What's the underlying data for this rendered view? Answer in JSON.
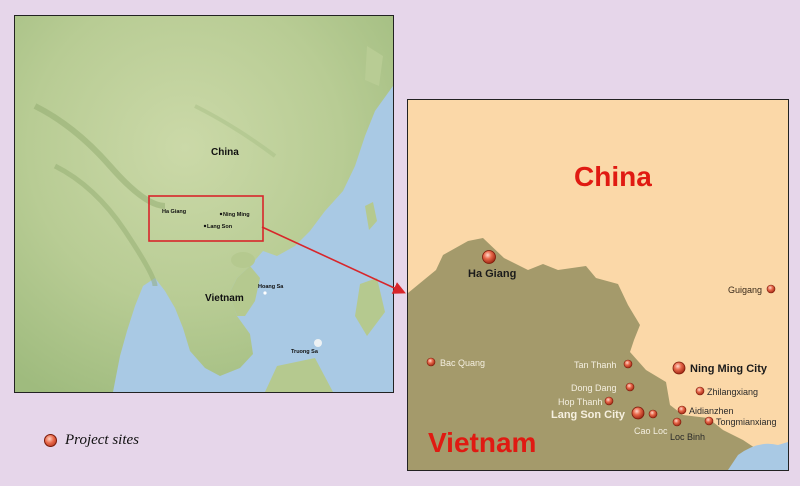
{
  "overview_map": {
    "labels": {
      "china": "China",
      "vietnam": "Vietnam",
      "ha_giang": "Ha Giang",
      "ning_ming": "Ning Ming",
      "lang_son": "Lang Son",
      "hoang_sa": "Hoang Sa",
      "truong_sa": "Truong Sa"
    }
  },
  "detail_map": {
    "country_labels": {
      "china": "China",
      "vietnam": "Vietnam"
    },
    "sites": {
      "ha_giang": "Ha Giang",
      "bac_quang": "Bac Quang",
      "guigang": "Guigang",
      "tan_thanh": "Tan Thanh",
      "ning_ming_city": "Ning Ming City",
      "dong_dang": "Dong Dang",
      "zhilangxiang": "Zhilangxiang",
      "hop_thanh": "Hop Thanh",
      "lang_son_city": "Lang Son City",
      "aidianzhen": "Aidianzhen",
      "cao_loc": "Cao Loc",
      "tongmianxiang": "Tongmianxiang",
      "loc_binh": "Loc Binh"
    }
  },
  "legend": {
    "label": "Project sites"
  },
  "colors": {
    "china_land": "#fbd8a8",
    "vietnam_land": "#a49a6b",
    "sea": "#a9c9e4",
    "country_label": "#e01a12",
    "highlight_box": "#d8262b",
    "site_marker": "#e8684a"
  }
}
